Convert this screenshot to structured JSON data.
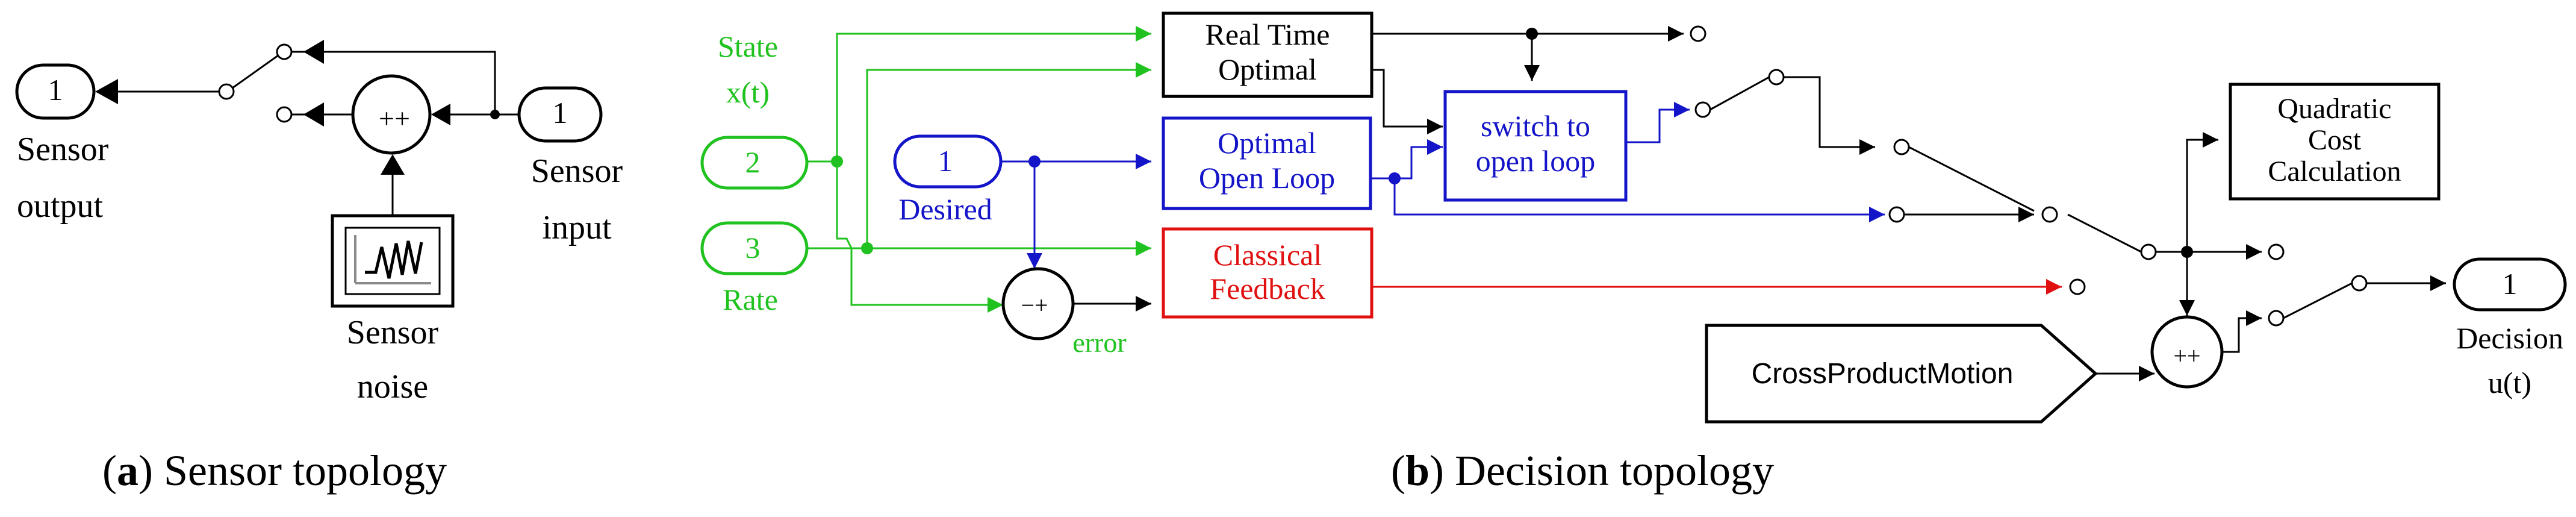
{
  "colors": {
    "black": "#000000",
    "green": "#1fc21f",
    "blue": "#1414c8",
    "red": "#e01010"
  },
  "panel_a": {
    "caption_letter": "a",
    "caption_text": " Sensor topology",
    "sensor_output_port": {
      "number": "1",
      "label_line1": "Sensor",
      "label_line2": "output"
    },
    "sensor_input_port": {
      "number": "1",
      "label_line1": "Sensor",
      "label_line2": "input"
    },
    "noise_block": {
      "label_line1": "Sensor",
      "label_line2": "noise",
      "icon": "band-limited-noise-icon"
    },
    "sum_signs": "++"
  },
  "panel_b": {
    "caption_letter": "b",
    "caption_text": " Decision topology",
    "state_port": {
      "number": "2",
      "label_line1": "State",
      "label_line2": "x(t)"
    },
    "rate_port": {
      "number": "3",
      "label": "Rate"
    },
    "desired_port": {
      "number": "1",
      "label": "Desired"
    },
    "error_sum": {
      "signs": "−+",
      "label": "error"
    },
    "blocks": {
      "real_time_optimal": {
        "line1": "Real Time",
        "line2": "Optimal"
      },
      "optimal_open_loop": {
        "line1": "Optimal",
        "line2": "Open Loop"
      },
      "switch_open_loop": {
        "line1": "switch to",
        "line2": "open loop"
      },
      "classical_feedback": {
        "line1": "Classical",
        "line2": "Feedback"
      },
      "quadratic_cost": {
        "line1": "Quadratic",
        "line2": "Cost",
        "line3": "Calculation"
      },
      "cross_product": {
        "label": "CrossProductMotion"
      }
    },
    "output_sum_signs": "++",
    "decision_port": {
      "number": "1",
      "label_line1": "Decision",
      "label_line2": "u(t)"
    }
  }
}
